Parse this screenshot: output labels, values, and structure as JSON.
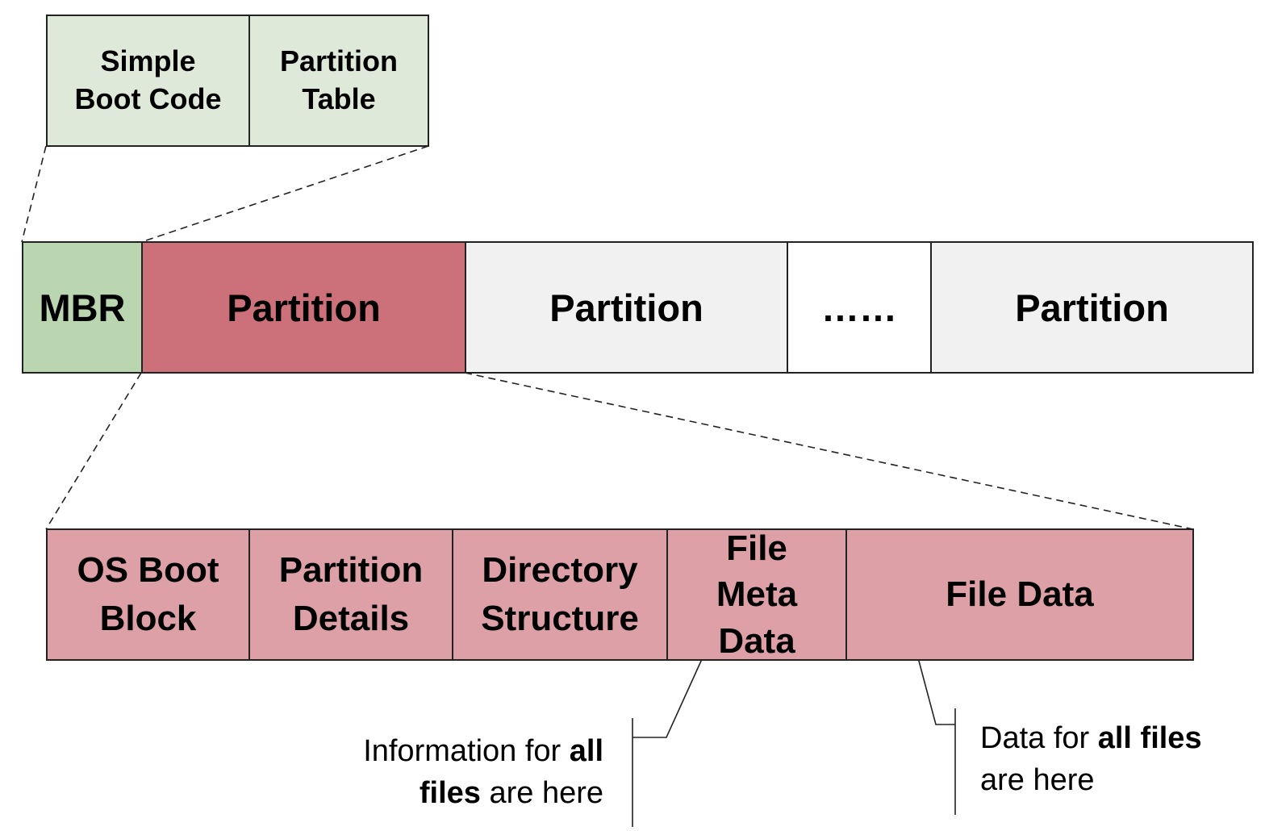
{
  "mbr_detail": {
    "boot_code": "Simple\nBoot Code",
    "partition_table": "Partition\nTable"
  },
  "disk": {
    "mbr": "MBR",
    "partition_1": "Partition",
    "partition_2": "Partition",
    "ellipsis": "……",
    "partition_3": "Partition"
  },
  "partition_detail": {
    "os_boot_block": "OS Boot\nBlock",
    "partition_details": "Partition\nDetails",
    "directory_structure": "Directory\nStructure",
    "file_meta_data": "File\nMeta\nData",
    "file_data": "File Data"
  },
  "notes": {
    "meta": {
      "pre": "Information for ",
      "bold1": "all",
      "bold2": "files",
      "post": " are here"
    },
    "data": {
      "pre": "Data for ",
      "bold": "all files",
      "post": "are here"
    }
  },
  "colors": {
    "mbr_detail_fill": "#dfe9da",
    "mbr_fill": "#b9d6b0",
    "selected_partition_fill": "#cc7179",
    "partition_fill": "#f1f1f1",
    "ellipsis_fill": "#ffffff",
    "partition_detail_fill": "#dda0a7"
  }
}
